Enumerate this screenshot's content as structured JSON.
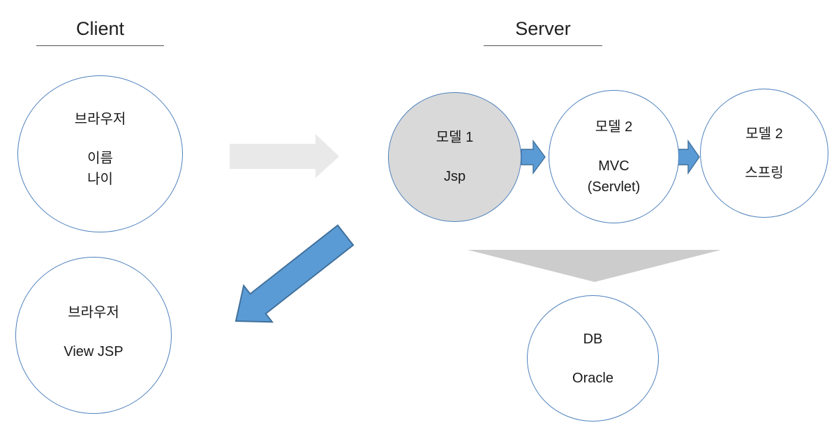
{
  "diagram": {
    "client": {
      "header": "Client",
      "browser_request": {
        "line1": "브라우저",
        "line2": "이름",
        "line3": "나이"
      },
      "browser_view": {
        "line1": "브라우저",
        "line2": "View JSP"
      }
    },
    "server": {
      "header": "Server",
      "model1": {
        "line1": "모델 1",
        "line2": "Jsp"
      },
      "model2_mvc": {
        "line1": "모델 2",
        "line2": "MVC",
        "line3": "(Servlet)"
      },
      "model2_spring": {
        "line1": "모델 2",
        "line2": "스프링"
      },
      "db": {
        "line1": "DB",
        "line2": "Oracle"
      }
    },
    "arrows": {
      "client_to_server": "gray-right-block-arrow",
      "model1_to_mvc": "blue-right-chevron-arrow",
      "mvc_to_spring": "blue-right-chevron-arrow",
      "server_to_client_view": "blue-diagonal-down-left-arrow",
      "server_to_db": "gray-down-triangle"
    },
    "colors": {
      "circle_border": "#4e81bd",
      "model1_fill": "#d9d9d9",
      "arrow_blue_fill": "#5b9bd5",
      "arrow_blue_stroke": "#41719c",
      "arrow_gray_fill": "#e9e9e9",
      "triangle_gray_fill": "#cccccc",
      "header_rule": "#555555",
      "text": "#191919"
    }
  }
}
